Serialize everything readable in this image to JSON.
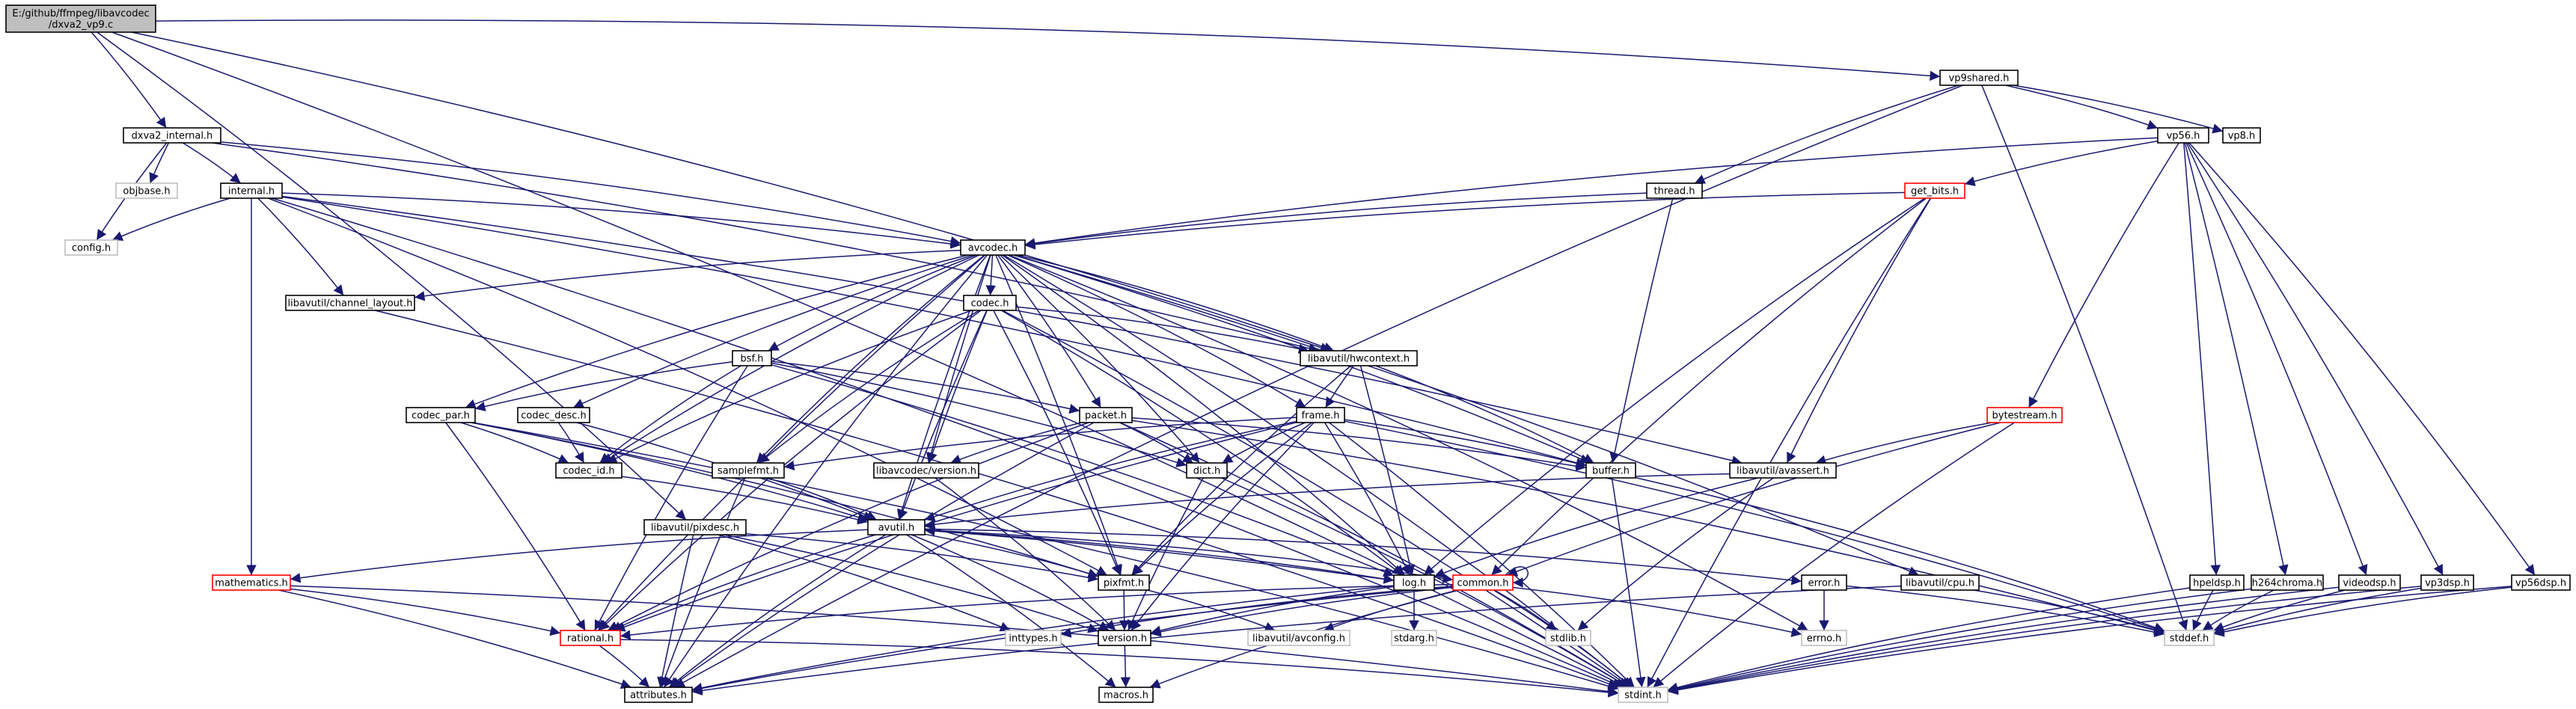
{
  "graph": {
    "root": "E:/github/ffmpeg/libavcodec/dxva2_vp9.c",
    "colors": {
      "edge": "#191970",
      "normal_border": "#000000",
      "truncated_border": "#ff0000",
      "external_border": "#bfbfbf",
      "root_fill": "#bfbfbf"
    },
    "nodes": [
      {
        "id": "dxva2_vp9_c",
        "label": "E:/github/ffmpeg/libavcodec\n/dxva2_vp9.c",
        "kind": "root"
      },
      {
        "id": "vp9shared_h",
        "label": "vp9shared.h",
        "kind": "normal"
      },
      {
        "id": "dxva2_internal_h",
        "label": "dxva2_internal.h",
        "kind": "normal"
      },
      {
        "id": "objbase_h",
        "label": "objbase.h",
        "kind": "external"
      },
      {
        "id": "internal_h",
        "label": "internal.h",
        "kind": "normal"
      },
      {
        "id": "config_h",
        "label": "config.h",
        "kind": "external"
      },
      {
        "id": "vp56_h",
        "label": "vp56.h",
        "kind": "normal"
      },
      {
        "id": "vp8_h",
        "label": "vp8.h",
        "kind": "normal"
      },
      {
        "id": "thread_h",
        "label": "thread.h",
        "kind": "normal"
      },
      {
        "id": "get_bits_h",
        "label": "get_bits.h",
        "kind": "truncated"
      },
      {
        "id": "avcodec_h",
        "label": "avcodec.h",
        "kind": "normal"
      },
      {
        "id": "channel_layout_h",
        "label": "libavutil/channel_layout.h",
        "kind": "normal"
      },
      {
        "id": "codec_h",
        "label": "codec.h",
        "kind": "normal"
      },
      {
        "id": "hwcontext_h",
        "label": "libavutil/hwcontext.h",
        "kind": "normal"
      },
      {
        "id": "bsf_h",
        "label": "bsf.h",
        "kind": "normal"
      },
      {
        "id": "codec_par_h",
        "label": "codec_par.h",
        "kind": "normal"
      },
      {
        "id": "codec_desc_h",
        "label": "codec_desc.h",
        "kind": "normal"
      },
      {
        "id": "packet_h",
        "label": "packet.h",
        "kind": "normal"
      },
      {
        "id": "frame_h",
        "label": "frame.h",
        "kind": "normal"
      },
      {
        "id": "bytestream_h",
        "label": "bytestream.h",
        "kind": "truncated"
      },
      {
        "id": "codec_id_h",
        "label": "codec_id.h",
        "kind": "normal"
      },
      {
        "id": "samplefmt_h",
        "label": "samplefmt.h",
        "kind": "normal"
      },
      {
        "id": "lavc_version_h",
        "label": "libavcodec/version.h",
        "kind": "normal"
      },
      {
        "id": "dict_h",
        "label": "dict.h",
        "kind": "normal"
      },
      {
        "id": "buffer_h",
        "label": "buffer.h",
        "kind": "normal"
      },
      {
        "id": "avassert_h",
        "label": "libavutil/avassert.h",
        "kind": "normal"
      },
      {
        "id": "pixdesc_h",
        "label": "libavutil/pixdesc.h",
        "kind": "normal"
      },
      {
        "id": "avutil_h",
        "label": "avutil.h",
        "kind": "normal"
      },
      {
        "id": "mathematics_h",
        "label": "mathematics.h",
        "kind": "truncated"
      },
      {
        "id": "pixfmt_h",
        "label": "pixfmt.h",
        "kind": "normal"
      },
      {
        "id": "log_h",
        "label": "log.h",
        "kind": "normal"
      },
      {
        "id": "common_h",
        "label": "common.h",
        "kind": "truncated"
      },
      {
        "id": "error_h",
        "label": "error.h",
        "kind": "normal"
      },
      {
        "id": "cpu_h",
        "label": "libavutil/cpu.h",
        "kind": "normal"
      },
      {
        "id": "hpeldsp_h",
        "label": "hpeldsp.h",
        "kind": "normal"
      },
      {
        "id": "h264chroma_h",
        "label": "h264chroma.h",
        "kind": "normal"
      },
      {
        "id": "videodsp_h",
        "label": "videodsp.h",
        "kind": "normal"
      },
      {
        "id": "vp3dsp_h",
        "label": "vp3dsp.h",
        "kind": "normal"
      },
      {
        "id": "vp56dsp_h",
        "label": "vp56dsp.h",
        "kind": "normal"
      },
      {
        "id": "rational_h",
        "label": "rational.h",
        "kind": "truncated"
      },
      {
        "id": "inttypes_h",
        "label": "inttypes.h",
        "kind": "external"
      },
      {
        "id": "version_h",
        "label": "version.h",
        "kind": "normal"
      },
      {
        "id": "avconfig_h",
        "label": "libavutil/avconfig.h",
        "kind": "external"
      },
      {
        "id": "stdarg_h",
        "label": "stdarg.h",
        "kind": "external"
      },
      {
        "id": "stdlib_h",
        "label": "stdlib.h",
        "kind": "external"
      },
      {
        "id": "errno_h",
        "label": "errno.h",
        "kind": "external"
      },
      {
        "id": "stddef_h",
        "label": "stddef.h",
        "kind": "external"
      },
      {
        "id": "attributes_h",
        "label": "attributes.h",
        "kind": "normal"
      },
      {
        "id": "macros_h",
        "label": "macros.h",
        "kind": "normal"
      },
      {
        "id": "stdint_h",
        "label": "stdint.h",
        "kind": "external"
      }
    ],
    "edges": [
      [
        "dxva2_vp9_c",
        "vp9shared_h"
      ],
      [
        "dxva2_vp9_c",
        "dxva2_internal_h"
      ],
      [
        "dxva2_vp9_c",
        "pixdesc_h"
      ],
      [
        "dxva2_vp9_c",
        "stdint_h"
      ],
      [
        "dxva2_vp9_c",
        "hwcontext_h"
      ],
      [
        "vp9shared_h",
        "vp56_h"
      ],
      [
        "vp9shared_h",
        "vp8_h"
      ],
      [
        "vp9shared_h",
        "thread_h"
      ],
      [
        "vp9shared_h",
        "stddef_h"
      ],
      [
        "vp9shared_h",
        "attributes_h"
      ],
      [
        "dxva2_internal_h",
        "objbase_h"
      ],
      [
        "dxva2_internal_h",
        "config_h"
      ],
      [
        "dxva2_internal_h",
        "internal_h"
      ],
      [
        "dxva2_internal_h",
        "avcodec_h"
      ],
      [
        "dxva2_internal_h",
        "hwcontext_h"
      ],
      [
        "internal_h",
        "config_h"
      ],
      [
        "internal_h",
        "channel_layout_h"
      ],
      [
        "internal_h",
        "avcodec_h"
      ],
      [
        "internal_h",
        "buffer_h"
      ],
      [
        "internal_h",
        "mathematics_h"
      ],
      [
        "internal_h",
        "pixfmt_h"
      ],
      [
        "internal_h",
        "stdint_h"
      ],
      [
        "internal_h",
        "avassert_h"
      ],
      [
        "vp56_h",
        "avcodec_h"
      ],
      [
        "vp56_h",
        "get_bits_h"
      ],
      [
        "vp56_h",
        "bytestream_h"
      ],
      [
        "vp56_h",
        "hpeldsp_h"
      ],
      [
        "vp56_h",
        "h264chroma_h"
      ],
      [
        "vp56_h",
        "videodsp_h"
      ],
      [
        "vp56_h",
        "vp3dsp_h"
      ],
      [
        "vp56_h",
        "vp56dsp_h"
      ],
      [
        "thread_h",
        "avcodec_h"
      ],
      [
        "thread_h",
        "buffer_h"
      ],
      [
        "get_bits_h",
        "avcodec_h"
      ],
      [
        "get_bits_h",
        "avassert_h"
      ],
      [
        "get_bits_h",
        "common_h"
      ],
      [
        "get_bits_h",
        "log_h"
      ],
      [
        "get_bits_h",
        "stdint_h"
      ],
      [
        "avcodec_h",
        "channel_layout_h"
      ],
      [
        "avcodec_h",
        "codec_h"
      ],
      [
        "avcodec_h",
        "hwcontext_h"
      ],
      [
        "avcodec_h",
        "bsf_h"
      ],
      [
        "avcodec_h",
        "codec_par_h"
      ],
      [
        "avcodec_h",
        "codec_desc_h"
      ],
      [
        "avcodec_h",
        "packet_h"
      ],
      [
        "avcodec_h",
        "frame_h"
      ],
      [
        "avcodec_h",
        "codec_id_h"
      ],
      [
        "avcodec_h",
        "samplefmt_h"
      ],
      [
        "avcodec_h",
        "lavc_version_h"
      ],
      [
        "avcodec_h",
        "dict_h"
      ],
      [
        "avcodec_h",
        "buffer_h"
      ],
      [
        "avcodec_h",
        "avutil_h"
      ],
      [
        "avcodec_h",
        "pixfmt_h"
      ],
      [
        "avcodec_h",
        "log_h"
      ],
      [
        "avcodec_h",
        "cpu_h"
      ],
      [
        "avcodec_h",
        "rational_h"
      ],
      [
        "avcodec_h",
        "attributes_h"
      ],
      [
        "avcodec_h",
        "errno_h"
      ],
      [
        "avcodec_h",
        "stdint_h"
      ],
      [
        "channel_layout_h",
        "stdint_h"
      ],
      [
        "codec_h",
        "codec_id_h"
      ],
      [
        "codec_h",
        "samplefmt_h"
      ],
      [
        "codec_h",
        "lavc_version_h"
      ],
      [
        "codec_h",
        "hwcontext_h"
      ],
      [
        "codec_h",
        "avutil_h"
      ],
      [
        "codec_h",
        "pixfmt_h"
      ],
      [
        "codec_h",
        "log_h"
      ],
      [
        "codec_h",
        "rational_h"
      ],
      [
        "codec_h",
        "stdint_h"
      ],
      [
        "hwcontext_h",
        "frame_h"
      ],
      [
        "hwcontext_h",
        "buffer_h"
      ],
      [
        "hwcontext_h",
        "log_h"
      ],
      [
        "hwcontext_h",
        "pixfmt_h"
      ],
      [
        "bsf_h",
        "codec_par_h"
      ],
      [
        "bsf_h",
        "codec_id_h"
      ],
      [
        "bsf_h",
        "packet_h"
      ],
      [
        "bsf_h",
        "dict_h"
      ],
      [
        "bsf_h",
        "log_h"
      ],
      [
        "bsf_h",
        "rational_h"
      ],
      [
        "codec_par_h",
        "codec_id_h"
      ],
      [
        "codec_par_h",
        "avutil_h"
      ],
      [
        "codec_par_h",
        "pixfmt_h"
      ],
      [
        "codec_par_h",
        "rational_h"
      ],
      [
        "codec_par_h",
        "stdint_h"
      ],
      [
        "codec_desc_h",
        "codec_id_h"
      ],
      [
        "codec_desc_h",
        "avutil_h"
      ],
      [
        "packet_h",
        "lavc_version_h"
      ],
      [
        "packet_h",
        "buffer_h"
      ],
      [
        "packet_h",
        "dict_h"
      ],
      [
        "packet_h",
        "rational_h"
      ],
      [
        "packet_h",
        "attributes_h"
      ],
      [
        "packet_h",
        "stddef_h"
      ],
      [
        "packet_h",
        "stdint_h"
      ],
      [
        "frame_h",
        "buffer_h"
      ],
      [
        "frame_h",
        "dict_h"
      ],
      [
        "frame_h",
        "samplefmt_h"
      ],
      [
        "frame_h",
        "avutil_h"
      ],
      [
        "frame_h",
        "pixfmt_h"
      ],
      [
        "frame_h",
        "log_h"
      ],
      [
        "frame_h",
        "rational_h"
      ],
      [
        "frame_h",
        "version_h"
      ],
      [
        "frame_h",
        "stddef_h"
      ],
      [
        "frame_h",
        "stdint_h"
      ],
      [
        "bytestream_h",
        "avassert_h"
      ],
      [
        "bytestream_h",
        "common_h"
      ],
      [
        "bytestream_h",
        "stdint_h"
      ],
      [
        "codec_id_h",
        "avutil_h"
      ],
      [
        "samplefmt_h",
        "avutil_h"
      ],
      [
        "samplefmt_h",
        "attributes_h"
      ],
      [
        "lavc_version_h",
        "version_h"
      ],
      [
        "dict_h",
        "version_h"
      ],
      [
        "dict_h",
        "stdint_h"
      ],
      [
        "buffer_h",
        "stddef_h"
      ],
      [
        "buffer_h",
        "stdint_h"
      ],
      [
        "avassert_h",
        "avutil_h"
      ],
      [
        "avassert_h",
        "log_h"
      ],
      [
        "avassert_h",
        "stdlib_h"
      ],
      [
        "pixdesc_h",
        "pixfmt_h"
      ],
      [
        "pixdesc_h",
        "version_h"
      ],
      [
        "pixdesc_h",
        "inttypes_h"
      ],
      [
        "pixdesc_h",
        "attributes_h"
      ],
      [
        "avutil_h",
        "mathematics_h"
      ],
      [
        "avutil_h",
        "pixfmt_h"
      ],
      [
        "avutil_h",
        "log_h"
      ],
      [
        "avutil_h",
        "common_h"
      ],
      [
        "avutil_h",
        "error_h"
      ],
      [
        "avutil_h",
        "rational_h"
      ],
      [
        "avutil_h",
        "version_h"
      ],
      [
        "avutil_h",
        "macros_h"
      ],
      [
        "avutil_h",
        "attributes_h"
      ],
      [
        "mathematics_h",
        "rational_h"
      ],
      [
        "mathematics_h",
        "attributes_h"
      ],
      [
        "mathematics_h",
        "stdint_h"
      ],
      [
        "pixfmt_h",
        "version_h"
      ],
      [
        "pixfmt_h",
        "avconfig_h"
      ],
      [
        "log_h",
        "avutil_h"
      ],
      [
        "log_h",
        "version_h"
      ],
      [
        "log_h",
        "attributes_h"
      ],
      [
        "log_h",
        "stdarg_h"
      ],
      [
        "common_h",
        "common_h"
      ],
      [
        "common_h",
        "inttypes_h"
      ],
      [
        "common_h",
        "version_h"
      ],
      [
        "common_h",
        "avconfig_h"
      ],
      [
        "common_h",
        "stdlib_h"
      ],
      [
        "common_h",
        "errno_h"
      ],
      [
        "common_h",
        "attributes_h"
      ],
      [
        "common_h",
        "macros_h"
      ],
      [
        "common_h",
        "stdint_h"
      ],
      [
        "common_h",
        "rational_h"
      ],
      [
        "error_h",
        "errno_h"
      ],
      [
        "error_h",
        "stddef_h"
      ],
      [
        "cpu_h",
        "stddef_h"
      ],
      [
        "cpu_h",
        "attributes_h"
      ],
      [
        "hpeldsp_h",
        "stddef_h"
      ],
      [
        "hpeldsp_h",
        "stdint_h"
      ],
      [
        "h264chroma_h",
        "stddef_h"
      ],
      [
        "h264chroma_h",
        "stdint_h"
      ],
      [
        "videodsp_h",
        "stddef_h"
      ],
      [
        "videodsp_h",
        "stdint_h"
      ],
      [
        "vp3dsp_h",
        "stddef_h"
      ],
      [
        "vp3dsp_h",
        "stdint_h"
      ],
      [
        "vp56dsp_h",
        "stddef_h"
      ],
      [
        "vp56dsp_h",
        "stdint_h"
      ],
      [
        "rational_h",
        "attributes_h"
      ],
      [
        "rational_h",
        "stdint_h"
      ],
      [
        "version_h",
        "macros_h"
      ]
    ]
  }
}
